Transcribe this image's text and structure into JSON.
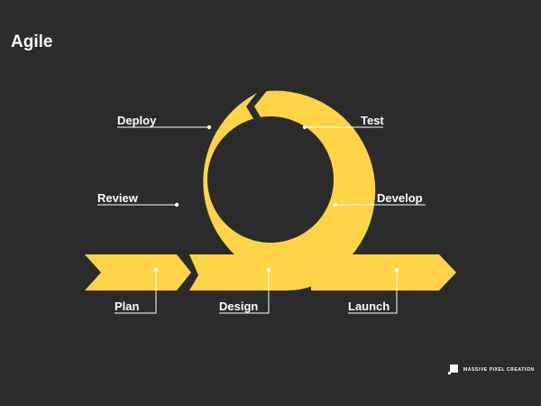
{
  "title": "Agile",
  "colors": {
    "background": "#2b2b2b",
    "accent": "#ffd449",
    "text": "#ffffff"
  },
  "stages": {
    "deploy": "Deploy",
    "test": "Test",
    "review": "Review",
    "develop": "Develop",
    "plan": "Plan",
    "design": "Design",
    "launch": "Launch"
  },
  "brand": {
    "name": "MASSIVE PIXEL CREATION",
    "icon": "pixel-logo-icon"
  }
}
